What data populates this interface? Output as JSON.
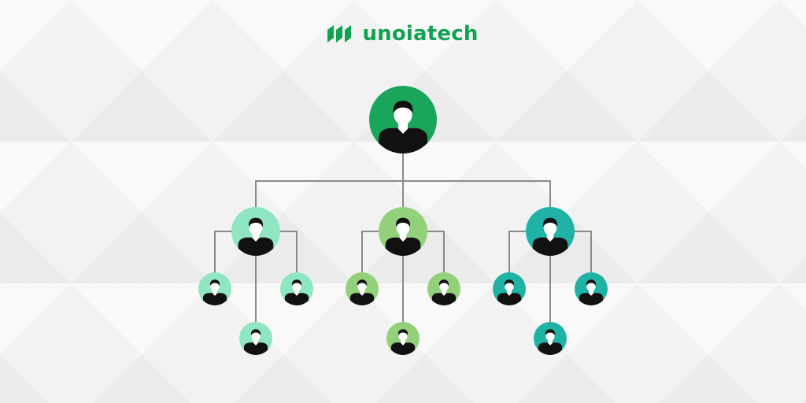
{
  "brand": {
    "name": "unoiatech",
    "color": "#12a150",
    "icon": "unoiatech-logo-mark"
  },
  "org_chart": {
    "line_color": "#8a8a8a",
    "root": {
      "role": "root",
      "color": "#1aa65a",
      "icon": "person-icon"
    },
    "groups": [
      {
        "color": "#8ee6c2",
        "icon": "person-icon",
        "children": 3
      },
      {
        "color": "#93d07a",
        "icon": "person-icon",
        "children": 3
      },
      {
        "color": "#1fb3a6",
        "icon": "person-icon",
        "children": 3
      }
    ]
  }
}
